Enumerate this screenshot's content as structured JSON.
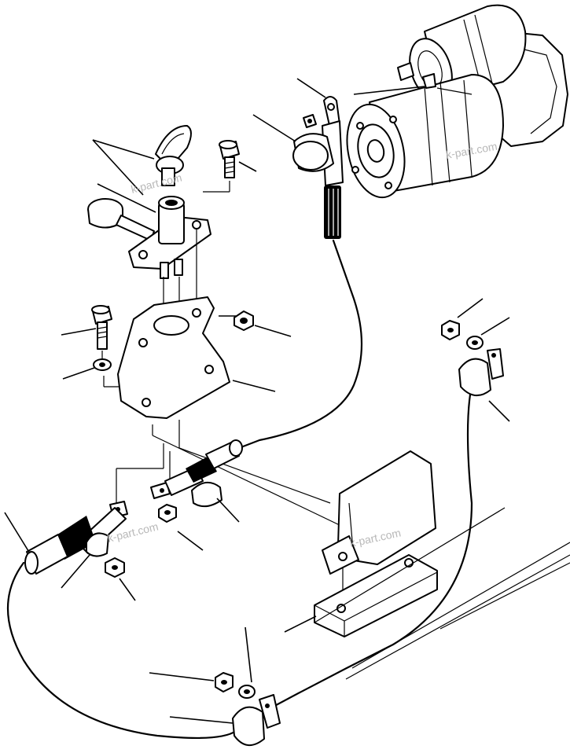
{
  "watermarks": [
    "k-part.com",
    "k-part.com",
    "k-part.com",
    "k-part.com"
  ],
  "colors": {
    "line": "#000000",
    "background": "#ffffff",
    "watermark": "#b8b8b8"
  }
}
